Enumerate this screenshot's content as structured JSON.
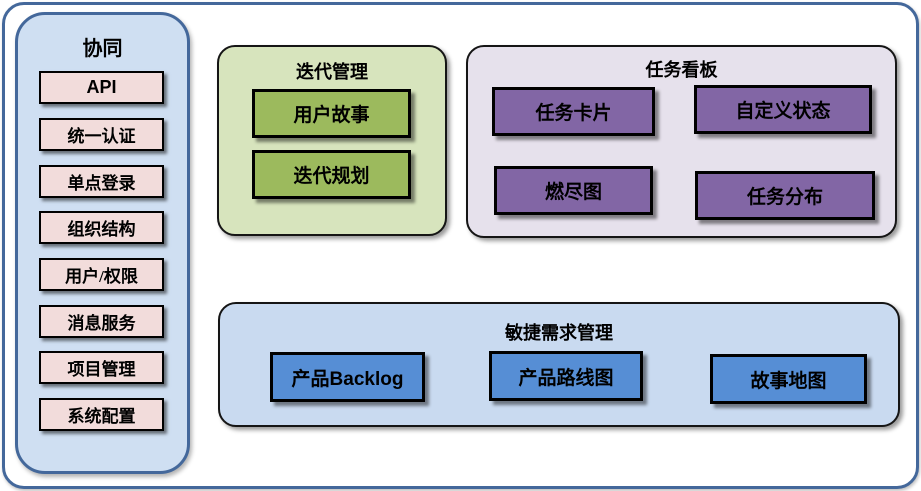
{
  "sidebar": {
    "title": "协同",
    "items": [
      "API",
      "统一认证",
      "单点登录",
      "组织结构",
      "用户/权限",
      "消息服务",
      "项目管理",
      "系统配置"
    ]
  },
  "sections": {
    "iteration": {
      "title": "迭代管理",
      "items": [
        "用户故事",
        "迭代规划"
      ]
    },
    "kanban": {
      "title": "任务看板",
      "items": [
        "任务卡片",
        "自定义状态",
        "燃尽图",
        "任务分布"
      ]
    },
    "agile": {
      "title": "敏捷需求管理",
      "items": [
        "产品Backlog",
        "产品路线图",
        "故事地图"
      ]
    }
  },
  "colors": {
    "frame_border": "#44689b",
    "sidebar_fill": "#cfdff2",
    "sidebar_item_fill": "#f2dcdb",
    "iteration_fill": "#d7e4bd",
    "iteration_item_fill": "#9cba5d",
    "kanban_fill": "#e6e1ec",
    "kanban_item_fill": "#8266a5",
    "agile_fill": "#c9daf0",
    "agile_item_fill": "#568ed5"
  }
}
